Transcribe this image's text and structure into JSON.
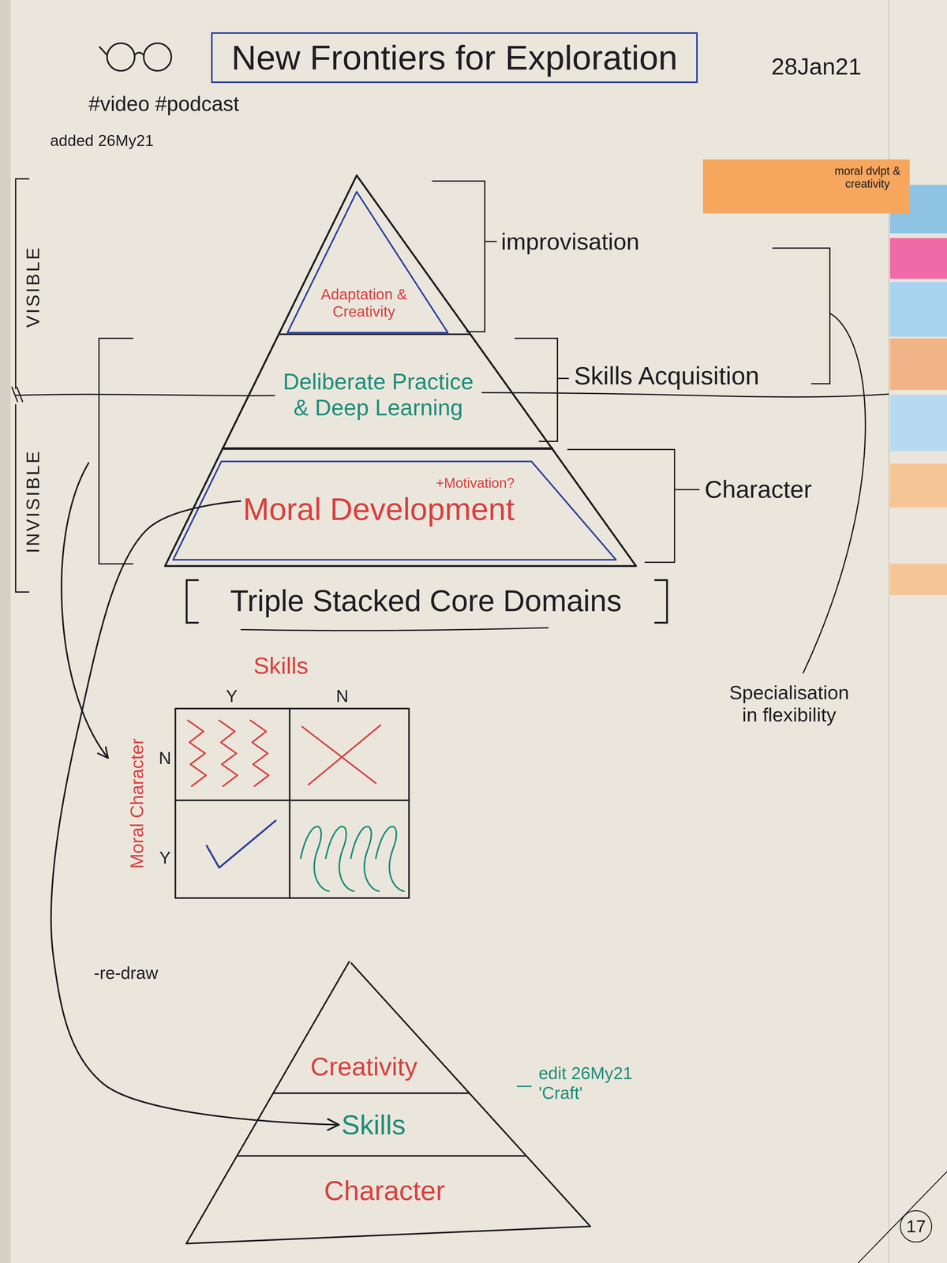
{
  "diagram": {
    "title": "New Frontiers for Exploration",
    "nodes": [
      {
        "text": [
          "Adaptation & Creativity"
        ]
      },
      {
        "text": [
          "Deliberate Practice & Deep Learning"
        ]
      },
      {
        "text": [
          "+Motivation?",
          "Moral Development"
        ]
      },
      {
        "text": [
          "moral dvlpt & creativity"
        ]
      },
      {
        "text": [
          "Creativity"
        ]
      },
      {
        "text": [
          "Skills"
        ]
      },
      {
        "text": [
          "Character"
        ]
      }
    ],
    "edges": [
      {
        "from": 2,
        "to": 5,
        "label": "-re-draw",
        "arrow": "to"
      }
    ],
    "labels": [
      "28Jan21",
      "#video #podcast",
      "added 26My21",
      "VISIBLE",
      "INVISIBLE",
      "improvisation",
      "Skills Acquisition",
      "Character",
      "Specialisation in flexibility",
      "Triple Stacked Core Domains",
      "Skills",
      "Y",
      "N",
      "Moral Character",
      "N",
      "Y",
      "edit 26My21 'Craft'",
      "17"
    ]
  }
}
